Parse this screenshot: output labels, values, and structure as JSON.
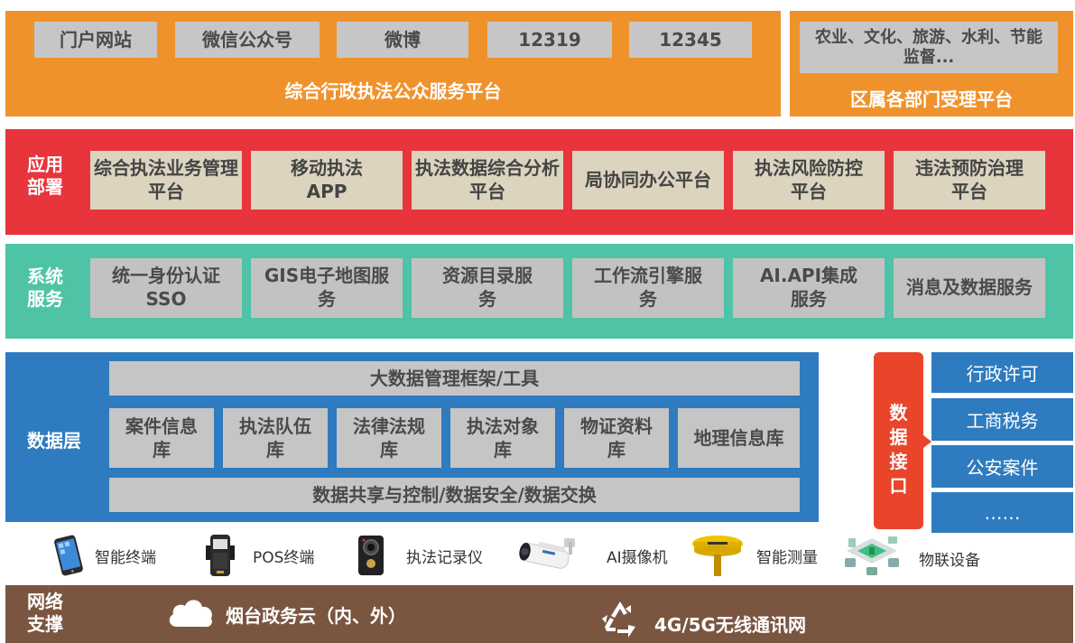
{
  "public_platform": {
    "channels": [
      "门户网站",
      "微信公众号",
      "微博",
      "12319",
      "12345"
    ],
    "title": "综合行政执法公众服务平台"
  },
  "dept_platform": {
    "box": "农业、文化、旅游、水利、节能监督...",
    "title": "区属各部门受理平台"
  },
  "app_layer": {
    "label": "应用部署",
    "items": [
      "综合执法业务管理平台",
      "移动执法APP",
      "执法数据综合分析平台",
      "局协同办公平台",
      "执法风险防控平台",
      "违法预防治理平台"
    ]
  },
  "service_layer": {
    "label": "系统服务",
    "items": [
      "统一身份认证SSO",
      "GIS电子地图服务",
      "资源目录服务",
      "工作流引擎服务",
      "AI.API集成服务",
      "消息及数据服务"
    ]
  },
  "data_layer": {
    "label": "数据层",
    "top": "大数据管理框架/工具",
    "libs": [
      "案件信息库",
      "执法队伍库",
      "法律法规库",
      "执法对象库",
      "物证资料库",
      "地理信息库"
    ],
    "bottom": "数据共享与控制/数据安全/数据交换"
  },
  "data_interface": {
    "label": "数据接口",
    "items": [
      "行政许可",
      "工商税务",
      "公安案件",
      "……"
    ]
  },
  "devices": {
    "items": [
      "智能终端",
      "POS终端",
      "执法记录仪",
      "AI摄像机",
      "智能测量",
      "物联设备"
    ]
  },
  "network": {
    "label": "网络支撑",
    "cloud": "烟台政务云（内、外）",
    "wireless": "4G/5G无线通讯网"
  }
}
